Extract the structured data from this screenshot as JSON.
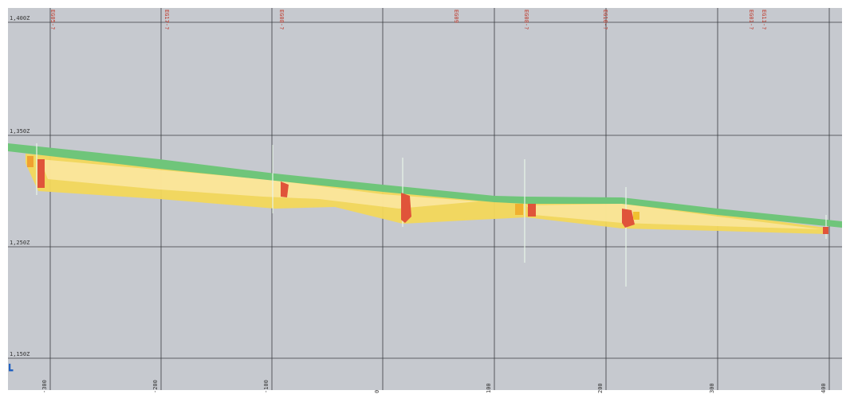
{
  "colors": {
    "background": "#c6c9cf",
    "grid": "#3a3c40",
    "surface": "#6fc57a",
    "ore_zone": "#f3d85a",
    "ore_zone_light": "#fbe7a3",
    "drill_interval": "#e0543a",
    "labels": "#c0392b"
  },
  "elevation_labels": [
    "1,400Z",
    "1,350Z",
    "1,250Z",
    "1,150Z"
  ],
  "distance_labels": [
    "-300",
    "-200",
    "-100",
    "0",
    "100",
    "200",
    "300",
    "400"
  ],
  "drillhole_labels": [
    "EG05-?",
    "EG17-?",
    "EG08-?",
    "EG09",
    "EG08-?",
    "EG10-?",
    "EG01-?",
    "EG11-?"
  ],
  "icons": {
    "axis": "axis-orientation-icon"
  }
}
